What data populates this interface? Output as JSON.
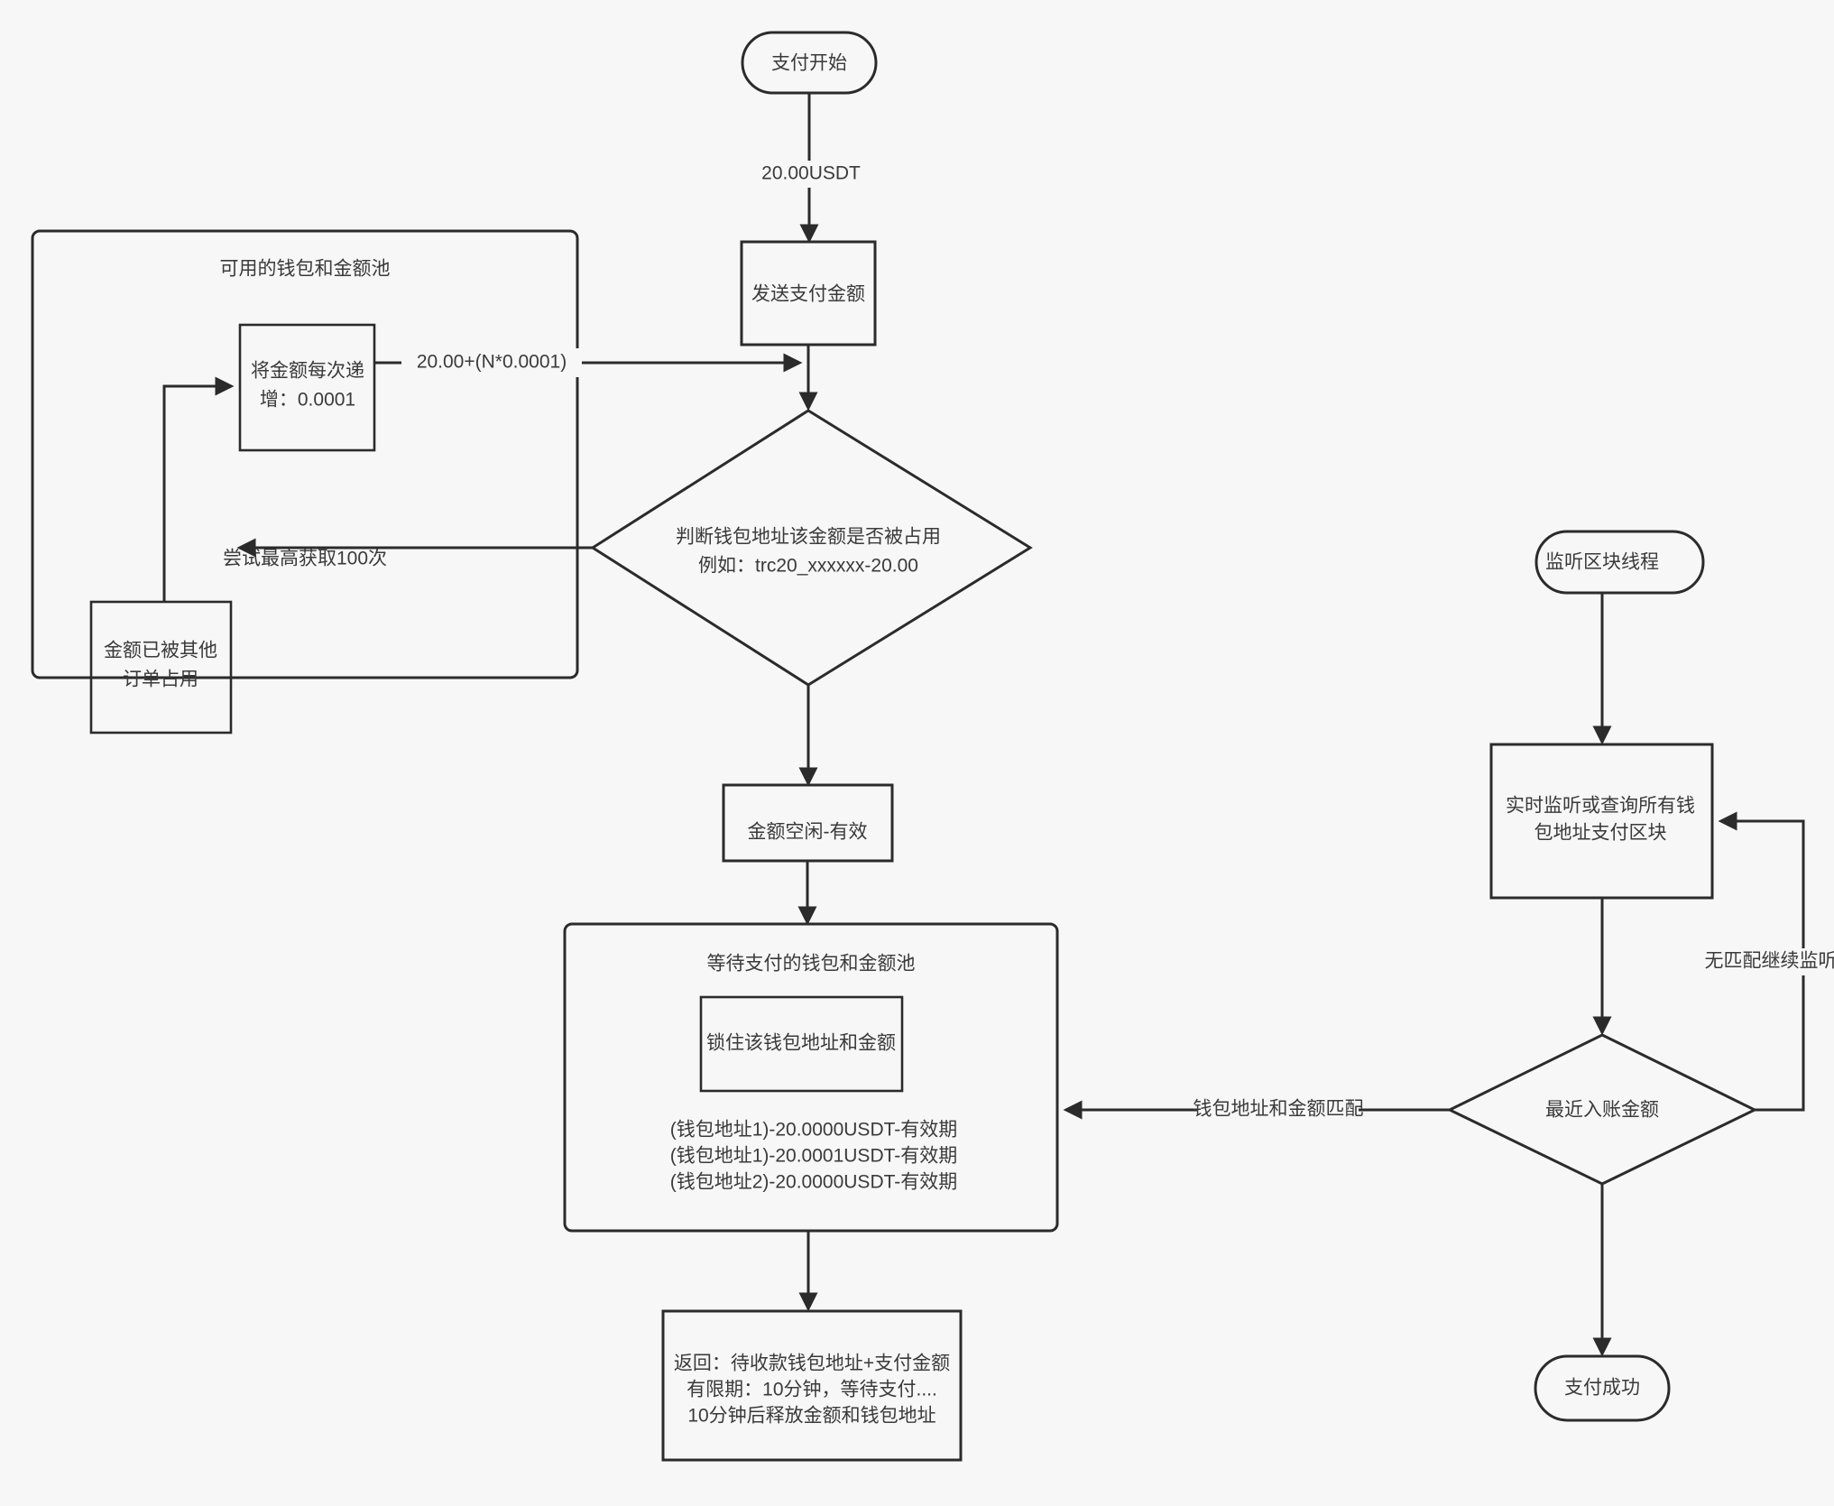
{
  "diagram": {
    "title": "USDT payment amount allocation flowchart",
    "background_color": "#f7f7f7",
    "stroke_color": "#2b2b2b",
    "shape_fill": "#fbfbfb",
    "text_color": "#3a3a3a"
  },
  "nodes": {
    "start": {
      "label": "支付开始",
      "shape": "stadium"
    },
    "send_amount": {
      "label": "发送支付金额",
      "shape": "rect"
    },
    "decision_occupied": {
      "label_line1": "判断钱包地址该金额是否被占用",
      "label_line2": "例如：trc20_xxxxxx-20.00",
      "shape": "diamond"
    },
    "amount_free": {
      "label": "金额空闲-有效",
      "shape": "rect"
    },
    "return_box": {
      "line1": "返回：待收款钱包地址+支付金额",
      "line2": "有限期：10分钟，等待支付....",
      "line3": "10分钟后释放金额和钱包地址",
      "shape": "rect"
    },
    "listen_start": {
      "label": "监听区块线程",
      "shape": "stadium"
    },
    "monitor_block": {
      "line1": "实时监听或查询所有钱",
      "line2": "包地址支付区块",
      "shape": "rect"
    },
    "decision_recent": {
      "label": "最近入账金额",
      "shape": "diamond"
    },
    "pay_success": {
      "label": "支付成功",
      "shape": "stadium"
    }
  },
  "panels": {
    "available_pool": {
      "title": "可用的钱包和金额池",
      "note": "尝试最高获取100次",
      "increment_box": {
        "line1": "将金额每次递",
        "line2": "增：0.0001"
      },
      "occupied_box": {
        "line1": "金额已被其他",
        "line2": "订单占用"
      }
    },
    "waiting_pool": {
      "title": "等待支付的钱包和金额池",
      "lock_box": {
        "label": "锁住该钱包地址和金额"
      },
      "entries": [
        "(钱包地址1)-20.0000USDT-有效期",
        "(钱包地址1)-20.0001USDT-有效期",
        "(钱包地址2)-20.0000USDT-有效期"
      ]
    }
  },
  "edge_labels": {
    "start_to_send": "20.00USDT",
    "increment_to_decision": "20.00+(N*0.0001)",
    "no_match_continue": "无匹配继续监听",
    "wallet_amount_match": "钱包地址和金额匹配"
  }
}
